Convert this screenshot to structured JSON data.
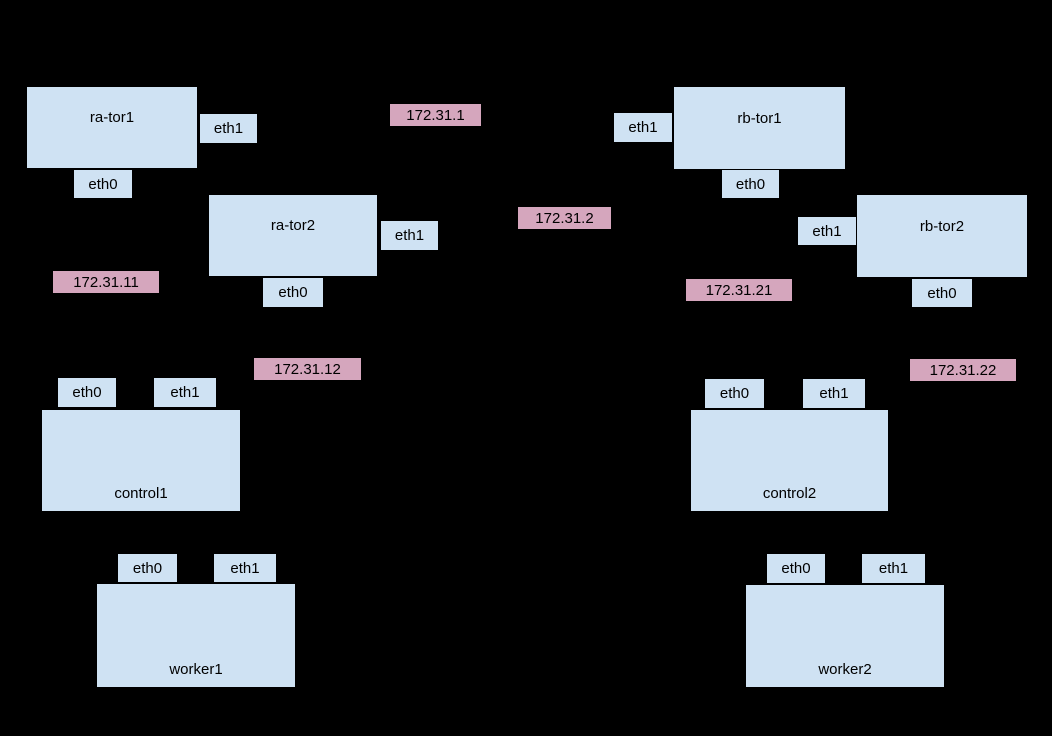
{
  "theme": {
    "background": "#000000",
    "node_fill": "#cfe2f3",
    "node_border": "#000000",
    "ip_fill": "#d5a6bd",
    "text_color": "#000000"
  },
  "diagram": {
    "type": "network-topology",
    "nodes": [
      {
        "id": "ra-tor1",
        "label": "ra-tor1",
        "ports": [
          "eth1",
          "eth0"
        ]
      },
      {
        "id": "ra-tor2",
        "label": "ra-tor2",
        "ports": [
          "eth1",
          "eth0"
        ]
      },
      {
        "id": "rb-tor1",
        "label": "rb-tor1",
        "ports": [
          "eth1",
          "eth0"
        ]
      },
      {
        "id": "rb-tor2",
        "label": "rb-tor2",
        "ports": [
          "eth1",
          "eth0"
        ]
      },
      {
        "id": "control1",
        "label": "control1",
        "ports": [
          "eth0",
          "eth1"
        ]
      },
      {
        "id": "worker1",
        "label": "worker1",
        "ports": [
          "eth0",
          "eth1"
        ]
      },
      {
        "id": "control2",
        "label": "control2",
        "ports": [
          "eth0",
          "eth1"
        ]
      },
      {
        "id": "worker2",
        "label": "worker2",
        "ports": [
          "eth0",
          "eth1"
        ]
      }
    ],
    "ip_labels": [
      {
        "text": "172.31.1"
      },
      {
        "text": "172.31.2"
      },
      {
        "text": "172.31.11"
      },
      {
        "text": "172.31.21"
      },
      {
        "text": "172.31.12"
      },
      {
        "text": "172.31.22"
      }
    ]
  }
}
